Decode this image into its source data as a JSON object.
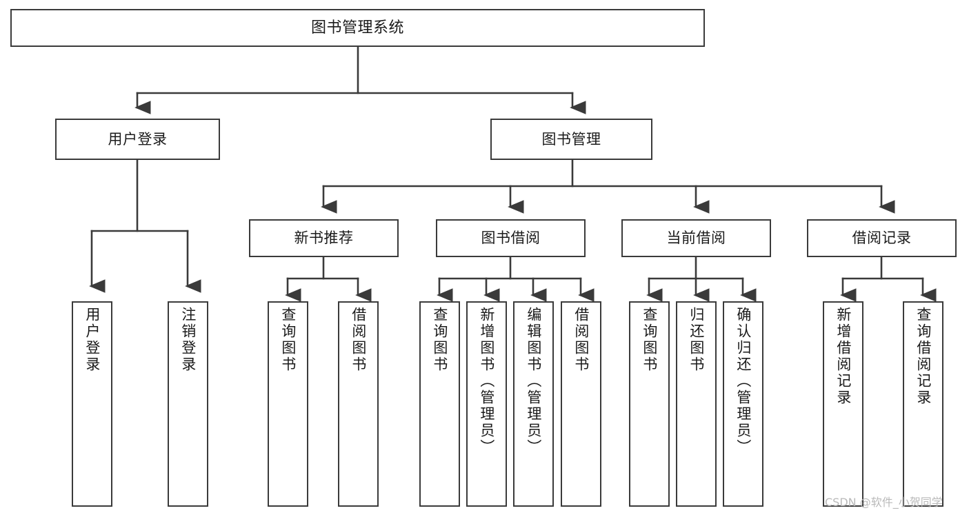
{
  "diagram": {
    "title": "图书管理系统",
    "type": "tree",
    "orientation": "top-down",
    "colors": {
      "stroke": "#3a3a3a",
      "fill": "#ffffff",
      "text": "#1a1a1a",
      "watermark": "#b9b9b9"
    },
    "root": {
      "label": "图书管理系统"
    },
    "level1": [
      {
        "label": "用户登录"
      },
      {
        "label": "图书管理"
      }
    ],
    "level2": [
      {
        "label": "新书推荐"
      },
      {
        "label": "图书借阅"
      },
      {
        "label": "当前借阅"
      },
      {
        "label": "借阅记录"
      }
    ],
    "leaves": {
      "user_login": [
        {
          "label": "用户登录"
        },
        {
          "label": "注销登录"
        }
      ],
      "new_book_recommend": [
        {
          "label": "查询图书"
        },
        {
          "label": "借阅图书"
        }
      ],
      "book_borrow": [
        {
          "label": "查询图书"
        },
        {
          "label": "新增图书（管理员）"
        },
        {
          "label": "编辑图书（管理员）"
        },
        {
          "label": "借阅图书"
        }
      ],
      "current_borrow": [
        {
          "label": "查询图书"
        },
        {
          "label": "归还图书"
        },
        {
          "label": "确认归还（管理员）"
        }
      ],
      "borrow_record": [
        {
          "label": "新增借阅记录"
        },
        {
          "label": "查询借阅记录"
        }
      ]
    }
  },
  "watermark": {
    "text": "CSDN @软件_小贺同学"
  }
}
